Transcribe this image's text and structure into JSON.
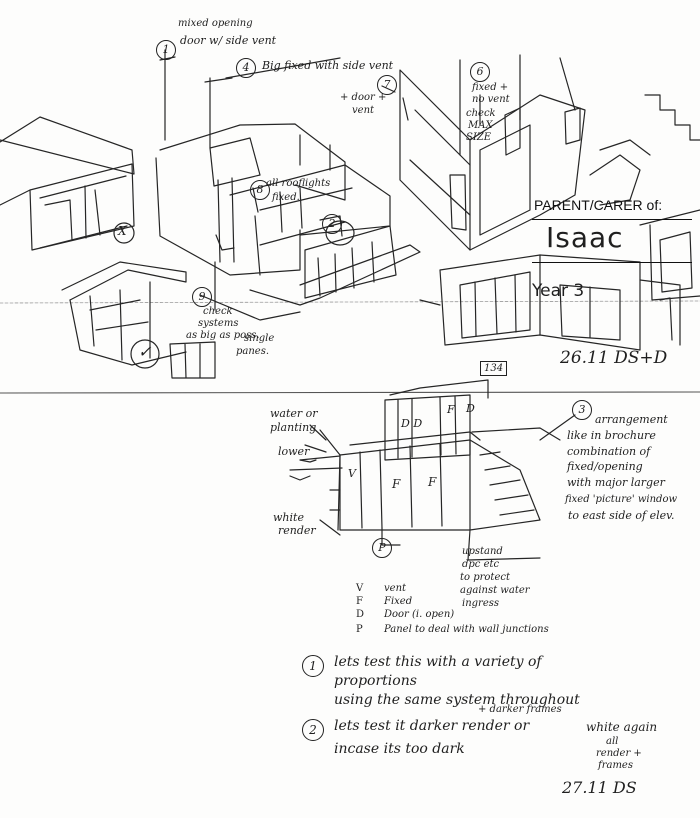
{
  "form": {
    "parent_label": "PARENT/CARER of:",
    "child_name": "Isaac",
    "year_label": "Year 3"
  },
  "dates": {
    "top": "26.11 DS+D",
    "bottom": "27.11 DS"
  },
  "badge": "134",
  "notes": {
    "n1_num": "1",
    "n1_line1": "mixed opening",
    "n1_line2": "door w/ side vent",
    "n4_num": "4",
    "n4_text": "Big fixed with side vent",
    "n7_num": "7",
    "n7_line1": "+ door +",
    "n7_line2": "vent",
    "n6_num": "6",
    "n6_lines": [
      "fixed +",
      "no vent",
      "check",
      "MAX",
      "SIZE"
    ],
    "n8_num": "8",
    "n8_line1": "all rooflights",
    "n8_line2": "fixed.",
    "n9_num": "9",
    "n9_lines": [
      "check",
      "systems",
      "as big as poss."
    ],
    "n2_num": "2",
    "single_pane_line1": "single",
    "single_pane_line2": "panes.",
    "mark_x": "X",
    "mark_check": "✓"
  },
  "elevation": {
    "water_line1": "water or",
    "water_line2": "planting",
    "lower": "lower",
    "white_line1": "white",
    "white_line2": "render",
    "panel_p": "P",
    "panel_f1": "F",
    "panel_f2": "F",
    "panel_f_upper": "F",
    "panel_d_upper": "D",
    "panel_dd": "D D",
    "panel_v": "V",
    "upstand_lines": [
      "upstand",
      "dpc etc",
      "to protect",
      "against water",
      "ingress"
    ],
    "n3_num": "3",
    "arrangement_lines": [
      "arrangement",
      "like in brochure",
      "combination of",
      "fixed/opening",
      "with major larger",
      "fixed 'picture' window",
      "to east side of elev."
    ]
  },
  "legend": [
    {
      "key": "V",
      "desc": "vent"
    },
    {
      "key": "F",
      "desc": "Fixed"
    },
    {
      "key": "D",
      "desc": "Door (i. open)"
    },
    {
      "key": "P",
      "desc": "Panel to deal with wall junctions"
    }
  ],
  "bottom_notes": {
    "one_num": "1",
    "one_line1": "lets test this with a variety of",
    "one_line2": "proportions",
    "one_line3": "using the same system throughout",
    "two_num": "2",
    "two_sup": "+ darker frames",
    "two_line1": "lets test it darker render or",
    "two_line2": "incase its too dark",
    "white_line1": "white again",
    "white_line2": "all",
    "white_line3": "render +",
    "white_line4": "frames"
  }
}
